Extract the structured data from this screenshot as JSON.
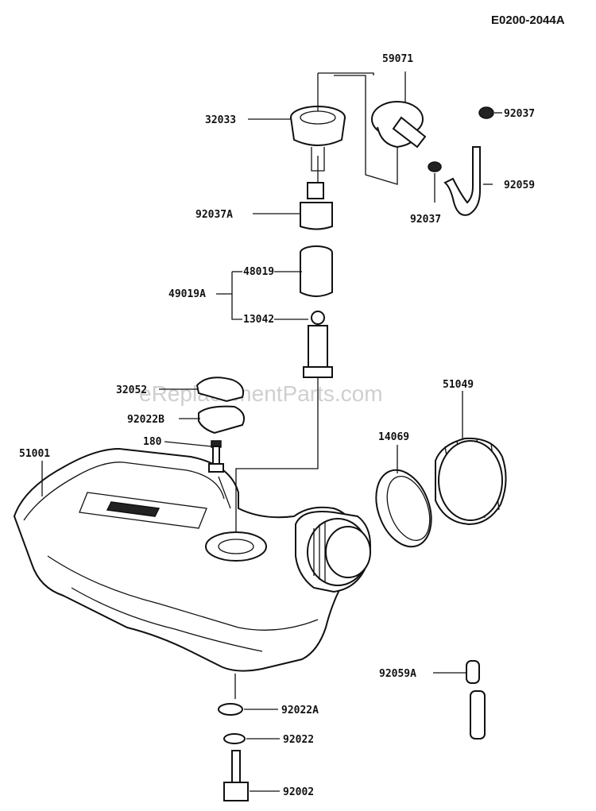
{
  "diagram": {
    "drawing_code": "E0200-2044A",
    "watermark": "eReplacementParts.com",
    "labels": {
      "p59071": "59071",
      "p32033": "32033",
      "p92037_top": "92037",
      "p92059": "92059",
      "p92037_mid": "92037",
      "p92037A": "92037A",
      "p48019": "48019",
      "p49019A": "49019A",
      "p13042": "13042",
      "p32052": "32052",
      "p92022B": "92022B",
      "p180": "180",
      "p51049": "51049",
      "p14069": "14069",
      "p51001": "51001",
      "p92059A": "92059A",
      "p92022A": "92022A",
      "p92022": "92022",
      "p92002": "92002"
    }
  }
}
